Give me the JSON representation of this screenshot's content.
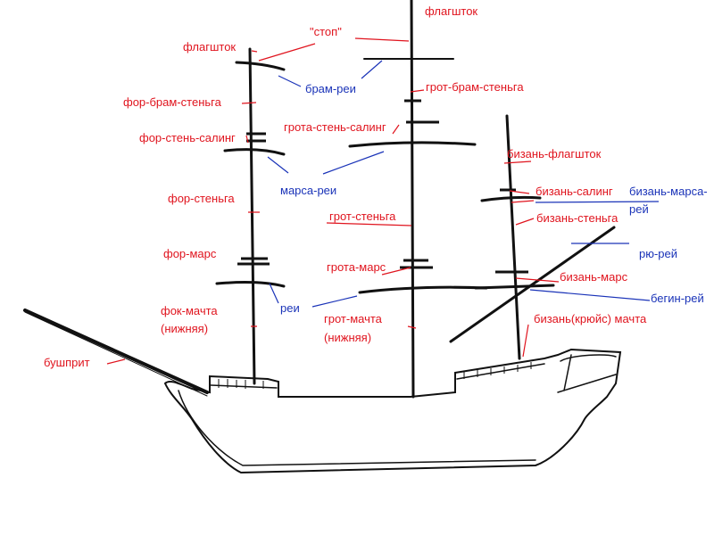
{
  "title": "Рангоут парусного корабля",
  "labels_red": {
    "fore_flagstaff": "флагшток",
    "stop": "\"стоп\"",
    "main_flagstaff": "флагшток",
    "fore_topgallant_mast": "фор-брам-стеньга",
    "main_topgallant_mast": "грот-брам-стеньга",
    "main_topmast_crosstrees": "грота-стень-салинг",
    "fore_topmast_crosstrees": "фор-стень-салинг",
    "mizzen_flagstaff": "бизань-флагшток",
    "mizzen_crosstrees": "бизань-салинг",
    "fore_topmast": "фор-стеньга",
    "main_topmast": "грот-стеньга",
    "mizzen_topmast": "бизань-стеньга",
    "fore_top": "фор-марс",
    "main_top": "грота-марс",
    "mizzen_top": "бизань-марс",
    "foremast_1": "фок-мачта",
    "foremast_2": "(нижняя)",
    "mainmast_1": "грот-мачта",
    "mainmast_2": "(нижняя)",
    "mizzenmast": "бизань(крюйс) мачта",
    "bowsprit": "бушприт"
  },
  "labels_blue": {
    "topgallant_yards": "брам-реи",
    "topsail_yards": "марса-реи",
    "mizzen_topsail_yard_1": "бизань-марса-",
    "mizzen_topsail_yard_2": "рей",
    "lateen_yard": "рю-рей",
    "crossjack_yard": "бегин-рей",
    "yards": "реи"
  },
  "colors": {
    "red": "#e0141e",
    "blue": "#1a33b8",
    "ink": "#111111"
  }
}
